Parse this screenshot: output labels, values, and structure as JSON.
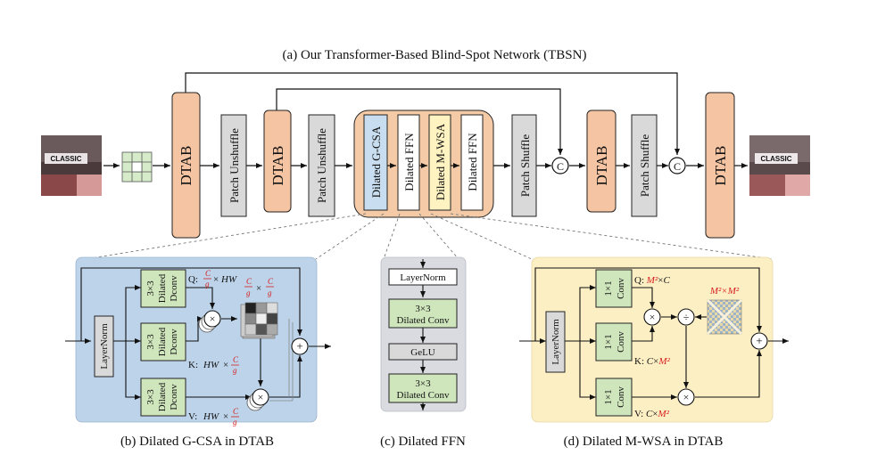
{
  "title": "(a) Our Transformer-Based Blind-Spot Network (TBSN)",
  "image_label": "CLASSIC",
  "blocks": {
    "dtab": "DTAB",
    "patch_unshuffle": "Patch Unshuffle",
    "patch_shuffle": "Patch Shuffle",
    "dilated_gcsa": "Dilated G-CSA",
    "dilated_ffn": "Dilated FFN",
    "dilated_mwsa": "Dilated M-WSA",
    "concat": "C"
  },
  "panel_b": {
    "caption": "(b) Dilated G-CSA in DTAB",
    "layernorm": "LayerNorm",
    "conv_size": "3×3",
    "conv_l2": "Dilated",
    "conv_l3": "Dconv",
    "q_prefix": "Q:",
    "k_prefix": "K:",
    "v_prefix": "V:",
    "hw": "HW",
    "times": "×",
    "c": "C",
    "g": "g",
    "mult": "×",
    "plus": "+"
  },
  "panel_c": {
    "caption": "(c) Dilated FFN",
    "layernorm": "LayerNorm",
    "conv_size": "3×3",
    "conv_label": "Dilated Conv",
    "gelu": "GeLU"
  },
  "panel_d": {
    "caption": "(d) Dilated M-WSA in DTAB",
    "layernorm": "LayerNorm",
    "conv_size": "1×1",
    "conv_label": "Conv",
    "q_prefix": "Q:",
    "k_prefix": "K:",
    "v_prefix": "V:",
    "m2": "M²",
    "m2xm2": "M²×M²",
    "c": "C",
    "times": "×",
    "mult": "×",
    "div": "÷",
    "plus": "+"
  },
  "colors": {
    "dtab_fill": "#f5c5a3",
    "gray_block": "#d9d9d9",
    "blue_block": "#c9ddf0",
    "yellow_block": "#fff3c2",
    "group_fill": "#f5cba7",
    "panel_b_bg": "#bcd3ea",
    "panel_c_bg": "#d9dbe0",
    "panel_d_bg": "#fcefc4",
    "green_block": "#cfe6bd",
    "red_text": "#d62020"
  }
}
